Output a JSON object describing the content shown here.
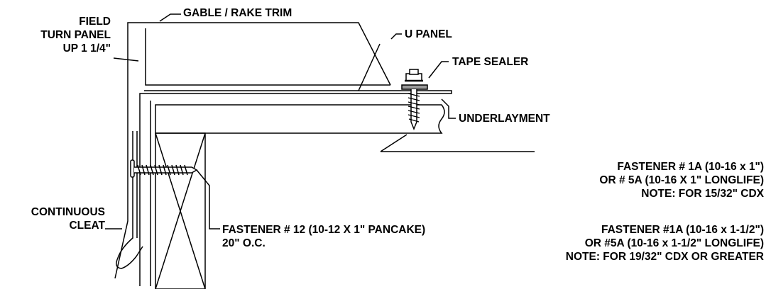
{
  "labels": {
    "field_turn": [
      "FIELD",
      "TURN PANEL",
      "UP 1 1/4\""
    ],
    "gable_trim": "GABLE / RAKE TRIM",
    "u_panel": "U PANEL",
    "tape_sealer": "TAPE SEALER",
    "underlayment": "UNDERLAYMENT",
    "fastener_1a": [
      "FASTENER # 1A (10-16 x 1\")",
      "OR # 5A (10-16 X 1\" LONGLIFE)",
      "NOTE: FOR 15/32\" CDX"
    ],
    "continuous_cleat": [
      "CONTINUOUS",
      "CLEAT"
    ],
    "fastener_12": [
      "FASTENER # 12 (10-12 X 1\" PANCAKE)",
      "20\" O.C."
    ],
    "fastener_1a_long": [
      "FASTENER #1A (10-16 x 1-1/2\")",
      "OR #5A (10-16 x 1-1/2\" LONGLIFE)",
      "NOTE: FOR 19/32\" CDX OR GREATER"
    ]
  }
}
